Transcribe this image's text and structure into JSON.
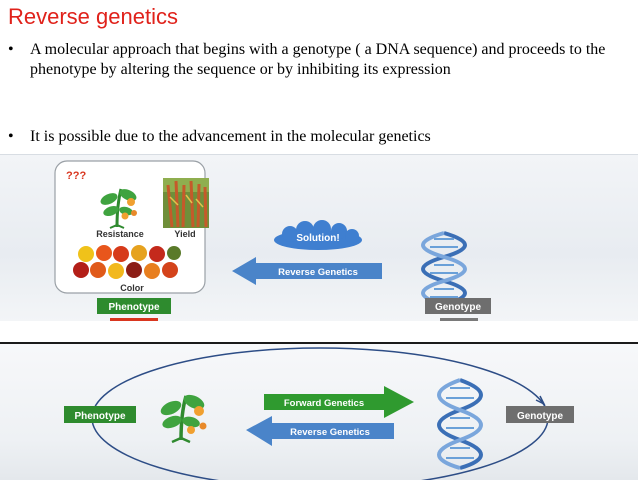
{
  "title": "Reverse genetics",
  "bullets": [
    {
      "marker": "•",
      "text": " A molecular approach that begins with a genotype ( a DNA sequence) and proceeds to the phenotype by altering the sequence or by inhibiting its expression"
    },
    {
      "marker": "•",
      "text": "It is possible due to the advancement in the molecular genetics"
    }
  ],
  "top_diagram": {
    "unknown_mark": "???",
    "resistance_label": "Resistance",
    "yield_label": "Yield",
    "color_label": "Color",
    "phenotype_label": "Phenotype",
    "solution_label": "Solution!",
    "reverse_label": "Reverse Genetics",
    "genotype_label": "Genotype"
  },
  "bottom_diagram": {
    "phenotype_label": "Phenotype",
    "forward_label": "Forward Genetics",
    "reverse_label": "Reverse Genetics",
    "genotype_label": "Genotype"
  },
  "colors": {
    "title": "#e0221b",
    "label_green": "#2e8b2e",
    "arrow_green": "#2f9a2f",
    "arrow_blue": "#4a84c9",
    "cloud_blue": "#3f7fd0",
    "genotype_gray": "#6e6e6e"
  }
}
